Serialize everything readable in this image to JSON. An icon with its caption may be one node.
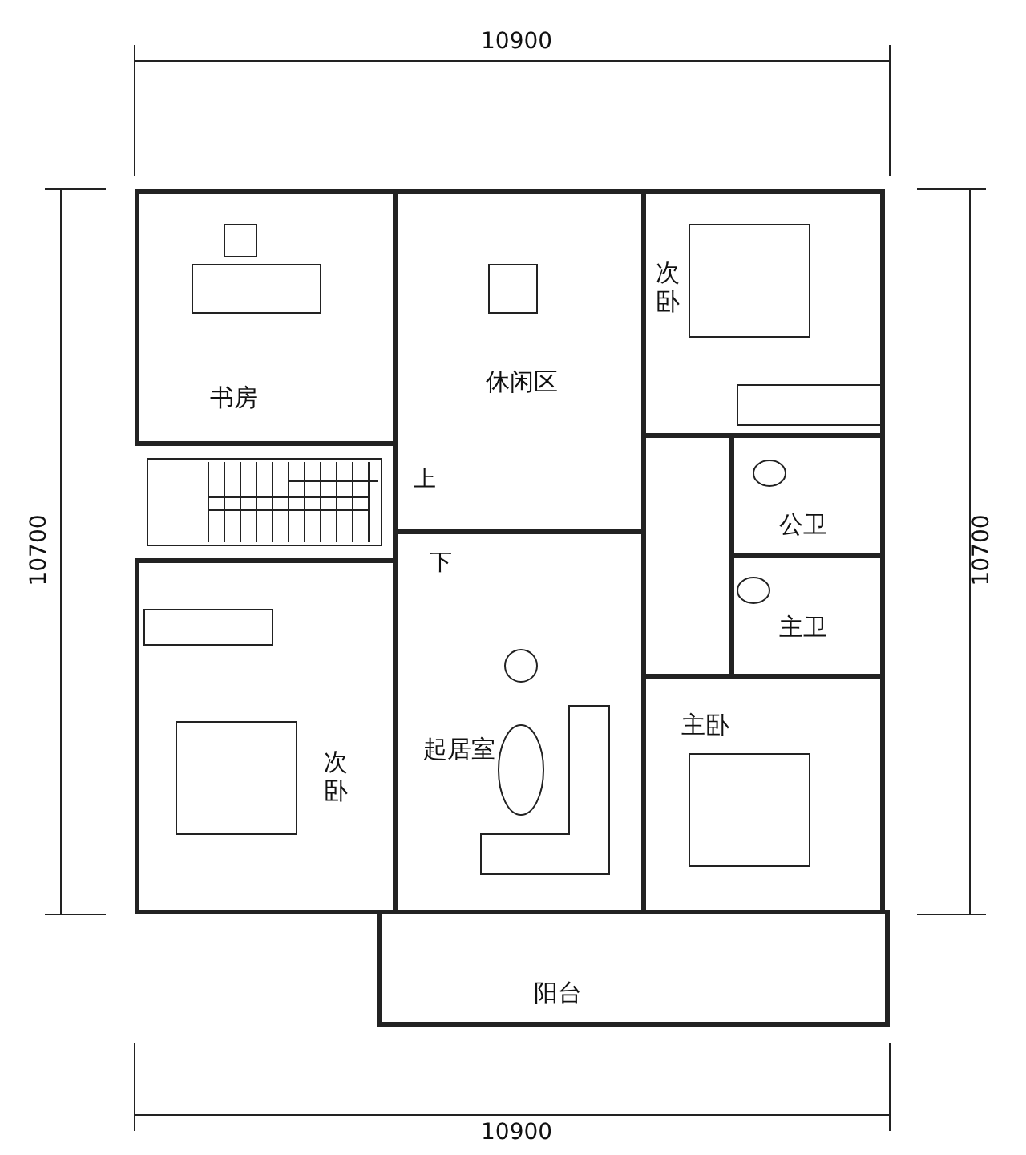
{
  "diagram": {
    "nodes": [
      {
        "text": [
          "书房"
        ]
      },
      {
        "text": [
          "休闲区"
        ]
      },
      {
        "text": [
          "次卧"
        ]
      },
      {
        "text": [
          "公卫"
        ]
      },
      {
        "text": [
          "主卫"
        ]
      },
      {
        "text": [
          "主卧"
        ]
      },
      {
        "text": [
          "次卧"
        ]
      },
      {
        "text": [
          "起居室"
        ]
      },
      {
        "text": [
          "阳台"
        ]
      }
    ],
    "labels": [
      "10900",
      "10700",
      "10700",
      "上",
      "下",
      "10900"
    ]
  }
}
